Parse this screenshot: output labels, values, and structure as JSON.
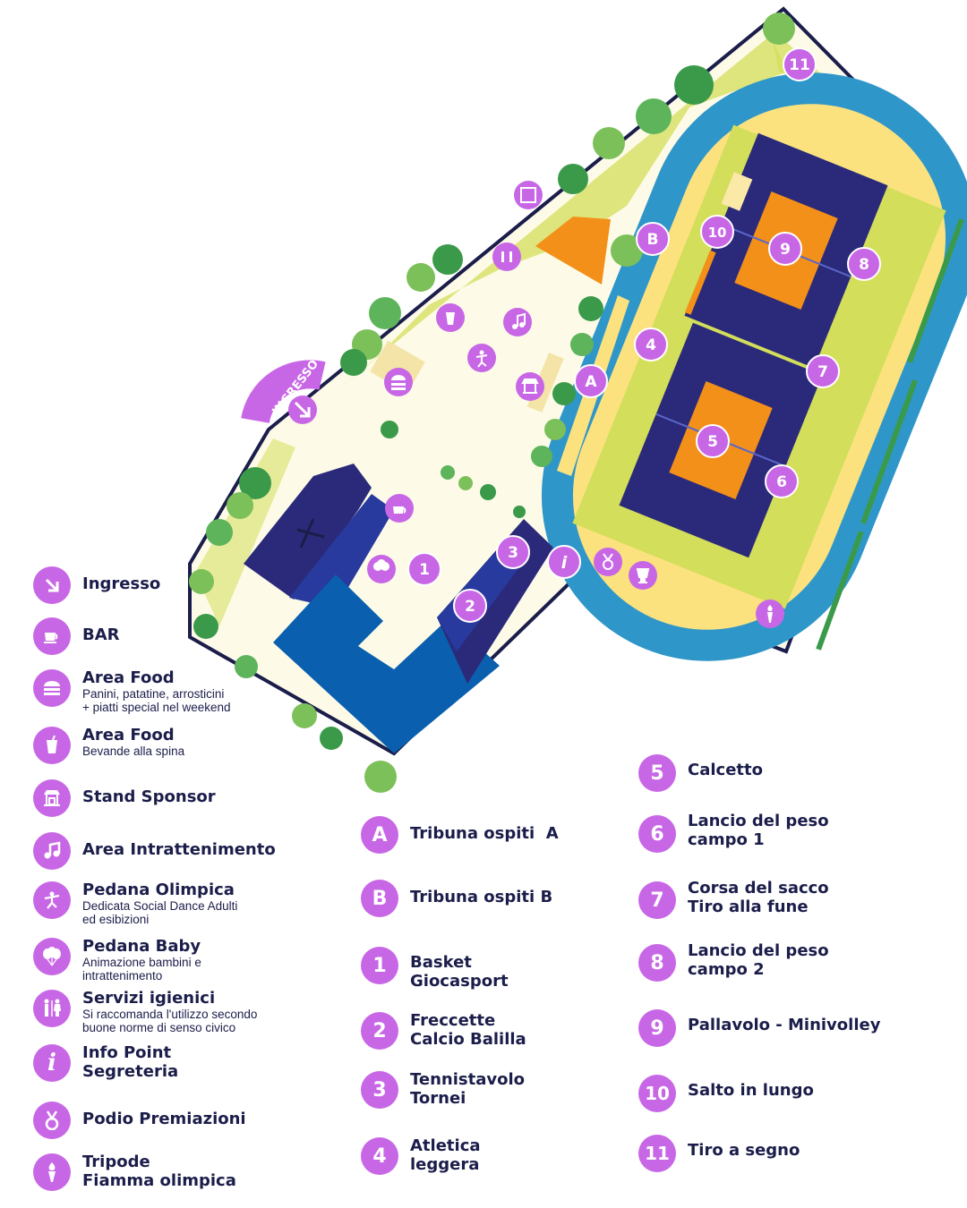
{
  "map": {
    "entrance_label": "INGRESSO",
    "markers": [
      {
        "id": "m-11",
        "label": "11"
      },
      {
        "id": "m-b",
        "label": "B"
      },
      {
        "id": "m-10",
        "label": "10"
      },
      {
        "id": "m-9",
        "label": "9"
      },
      {
        "id": "m-8",
        "label": "8"
      },
      {
        "id": "m-4",
        "label": "4"
      },
      {
        "id": "m-7",
        "label": "7"
      },
      {
        "id": "m-a",
        "label": "A"
      },
      {
        "id": "m-5",
        "label": "5"
      },
      {
        "id": "m-6",
        "label": "6"
      },
      {
        "id": "m-3",
        "label": "3"
      },
      {
        "id": "m-1",
        "label": "1"
      },
      {
        "id": "m-2",
        "label": "2"
      },
      {
        "id": "m-info",
        "label": "i"
      }
    ]
  },
  "legend_services": [
    {
      "icon": "arrow-entrance-icon",
      "title": "Ingresso",
      "subtitle": ""
    },
    {
      "icon": "coffee-cup-icon",
      "title": "BAR",
      "subtitle": ""
    },
    {
      "icon": "burger-icon",
      "title": "Area Food",
      "subtitle": "Panini, patatine, arrosticini\n+ piatti special nel weekend"
    },
    {
      "icon": "drink-cup-icon",
      "title": "Area Food",
      "subtitle": "Bevande alla spina"
    },
    {
      "icon": "stand-icon",
      "title": "Stand Sponsor",
      "subtitle": ""
    },
    {
      "icon": "music-note-icon",
      "title": "Area Intrattenimento",
      "subtitle": ""
    },
    {
      "icon": "dancer-icon",
      "title": "Pedana Olimpica",
      "subtitle": "Dedicata Social Dance Adulti\ned esibizioni"
    },
    {
      "icon": "balloons-icon",
      "title": "Pedana Baby",
      "subtitle": "Animazione bambini e\nintrattenimento"
    },
    {
      "icon": "restroom-icon",
      "title": "Servizi igienici",
      "subtitle": "Si raccomanda l'utilizzo secondo\nbuone norme di senso civico"
    },
    {
      "icon": "info-icon",
      "title": "Info Point\nSegreteria",
      "subtitle": ""
    },
    {
      "icon": "medal-icon",
      "title": "Podio Premiazioni",
      "subtitle": ""
    },
    {
      "icon": "torch-icon",
      "title": "Tripode\nFiamma olimpica",
      "subtitle": ""
    }
  ],
  "legend_col2": [
    {
      "key": "A",
      "title": "Tribuna ospiti  A"
    },
    {
      "key": "B",
      "title": "Tribuna ospiti B"
    },
    {
      "key": "1",
      "title": "Basket\nGiocasport"
    },
    {
      "key": "2",
      "title": "Freccette\nCalcio Balilla"
    },
    {
      "key": "3",
      "title": "Tennistavolo\nTornei"
    },
    {
      "key": "4",
      "title": "Atletica\nleggera"
    }
  ],
  "legend_col3": [
    {
      "key": "5",
      "title": "Calcetto"
    },
    {
      "key": "6",
      "title": "Lancio del peso\ncampo 1"
    },
    {
      "key": "7",
      "title": "Corsa del sacco\nTiro alla fune"
    },
    {
      "key": "8",
      "title": "Lancio del peso\ncampo 2"
    },
    {
      "key": "9",
      "title": "Pallavolo - Minivolley"
    },
    {
      "key": "10",
      "title": "Salto in lungo"
    },
    {
      "key": "11",
      "title": "Tiro a segno"
    }
  ],
  "colors": {
    "accent": "#c867e6",
    "navy": "#2b2a7a",
    "blue": "#0a5fae",
    "track": "#2f96c9",
    "court_orange": "#f39019",
    "grass": "#d3de5a",
    "ground": "#fdfbe8",
    "tree": "#3a9a4a",
    "text": "#1b1d4a"
  }
}
